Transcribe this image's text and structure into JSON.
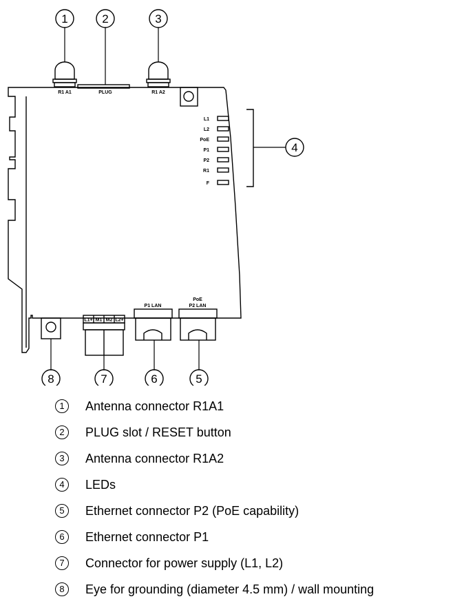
{
  "callouts": [
    {
      "num": "1",
      "text": "Antenna connector R1A1"
    },
    {
      "num": "2",
      "text": "PLUG slot / RESET button"
    },
    {
      "num": "3",
      "text": "Antenna connector R1A2"
    },
    {
      "num": "4",
      "text": "LEDs"
    },
    {
      "num": "5",
      "text": "Ethernet connector P2 (PoE capability)"
    },
    {
      "num": "6",
      "text": "Ethernet connector P1"
    },
    {
      "num": "7",
      "text": "Connector for power supply (L1, L2)"
    },
    {
      "num": "8",
      "text": "Eye for grounding (diameter 4.5 mm) / wall mounting"
    }
  ],
  "device_labels": {
    "r1a1": "R1 A1",
    "plug": "PLUG",
    "r1a2": "R1 A2",
    "p1_lan": "P1 LAN",
    "poe": "PoE",
    "p2_lan": "P2 LAN"
  },
  "leds": [
    "L1",
    "L2",
    "PoE",
    "P1",
    "P2",
    "R1",
    "F"
  ],
  "power_terminals": [
    "L1+",
    "M1",
    "M2",
    "L2+"
  ]
}
